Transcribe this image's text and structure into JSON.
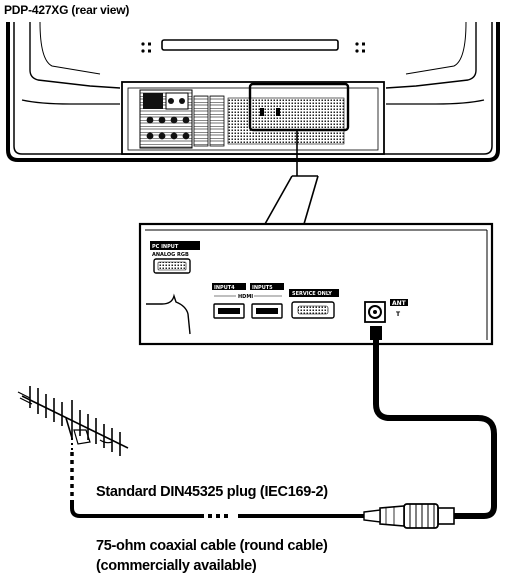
{
  "title": "PDP-427XG (rear view)",
  "panel": {
    "pc_input_label": "PC INPUT",
    "pc_input_sub": "ANALOG RGB",
    "input4_label": "INPUT4",
    "input5_label": "INPUT5",
    "hdmi_label": "HDMI",
    "service_label": "SERVICE ONLY",
    "ant_label": "ANT"
  },
  "captions": {
    "plug": "Standard DIN45325 plug (IEC169-2)",
    "cable_line1": "75-ohm coaxial cable (round cable)",
    "cable_line2": "(commercially available)"
  }
}
